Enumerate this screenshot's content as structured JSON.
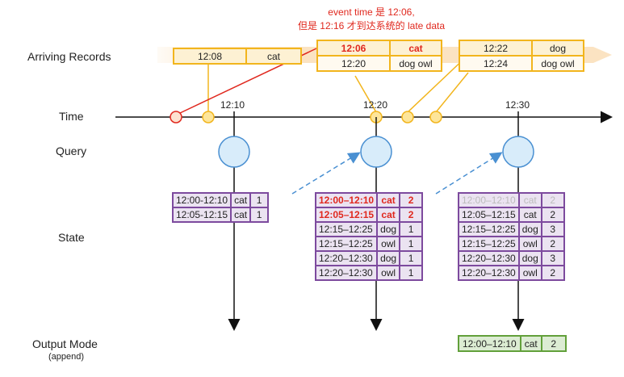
{
  "labels": {
    "arriving_records": "Arriving Records",
    "time": "Time",
    "query": "Query",
    "state": "State",
    "output_mode": "Output Mode",
    "output_mode_sub": "(append)"
  },
  "annotation": {
    "line1": "event time 是 12:06,",
    "line2": "但是 12:16 才到达系统的 late data"
  },
  "ticks": [
    "12:10",
    "12:20",
    "12:30"
  ],
  "arriving_batches": [
    {
      "rows": [
        {
          "time": "12:08",
          "word": "cat",
          "late": false
        }
      ]
    },
    {
      "rows": [
        {
          "time": "12:06",
          "word": "cat",
          "late": true
        },
        {
          "time": "12:20",
          "word": "dog owl",
          "late": false
        }
      ]
    },
    {
      "rows": [
        {
          "time": "12:22",
          "word": "dog",
          "late": false
        },
        {
          "time": "12:24",
          "word": "dog owl",
          "late": false
        }
      ]
    }
  ],
  "states": [
    {
      "rows": [
        {
          "window": "12:00-12:10",
          "word": "cat",
          "count": "1",
          "status": "normal"
        },
        {
          "window": "12:05-12:15",
          "word": "cat",
          "count": "1",
          "status": "normal"
        }
      ]
    },
    {
      "rows": [
        {
          "window": "12:00–12:10",
          "word": "cat",
          "count": "2",
          "status": "late"
        },
        {
          "window": "12:05–12:15",
          "word": "cat",
          "count": "2",
          "status": "late"
        },
        {
          "window": "12:15–12:25",
          "word": "dog",
          "count": "1",
          "status": "normal"
        },
        {
          "window": "12:15–12:25",
          "word": "owl",
          "count": "1",
          "status": "normal"
        },
        {
          "window": "12:20–12:30",
          "word": "dog",
          "count": "1",
          "status": "normal"
        },
        {
          "window": "12:20–12:30",
          "word": "owl",
          "count": "1",
          "status": "normal"
        }
      ]
    },
    {
      "rows": [
        {
          "window": "12:00–12:10",
          "word": "cat",
          "count": "2",
          "status": "gone"
        },
        {
          "window": "12:05–12:15",
          "word": "cat",
          "count": "2",
          "status": "normal"
        },
        {
          "window": "12:15–12:25",
          "word": "dog",
          "count": "3",
          "status": "normal"
        },
        {
          "window": "12:15–12:25",
          "word": "owl",
          "count": "2",
          "status": "normal"
        },
        {
          "window": "12:20–12:30",
          "word": "dog",
          "count": "3",
          "status": "normal"
        },
        {
          "window": "12:20–12:30",
          "word": "owl",
          "count": "2",
          "status": "normal"
        }
      ]
    }
  ],
  "output": {
    "rows": [
      {
        "window": "12:00–12:10",
        "word": "cat",
        "count": "2"
      }
    ]
  },
  "colors": {
    "record_border": "#f2b51d",
    "record_fill": "#fdf1d3",
    "state_border": "#7d4a9e",
    "state_fill": "#ebe3f1",
    "output_border": "#62a03a",
    "output_fill": "#dcecd3",
    "query_fill": "#d8ecfa",
    "query_border": "#4a90d2",
    "late_red": "#e0281e",
    "timeline": "#111111"
  }
}
